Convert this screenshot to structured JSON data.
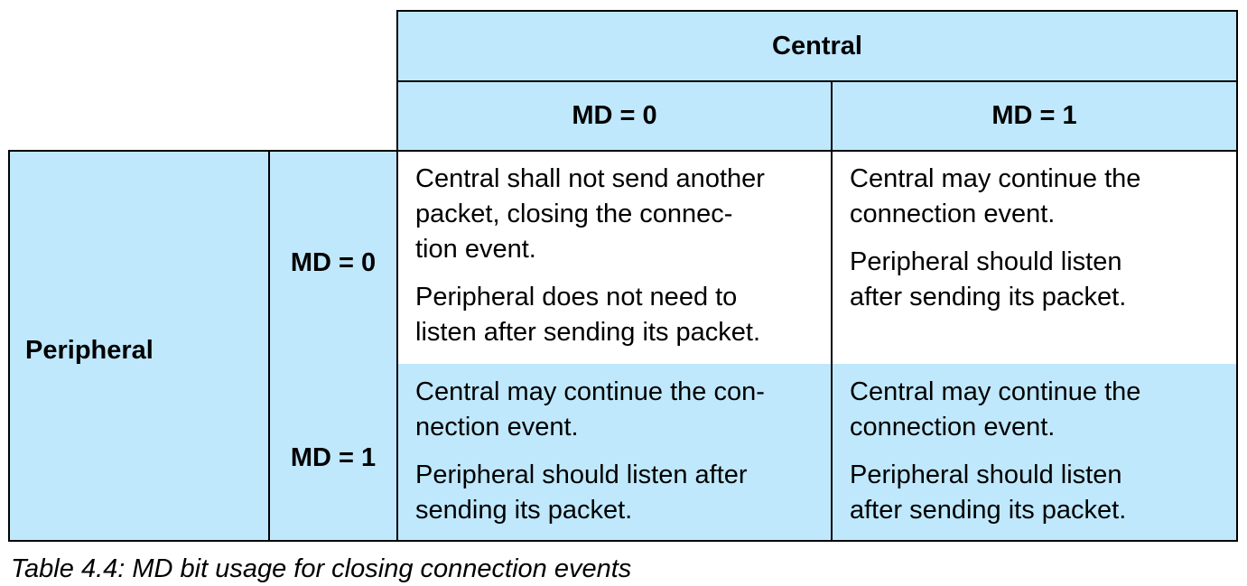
{
  "table": {
    "column_group_header": "Central",
    "column_headers": [
      "MD = 0",
      "MD = 1"
    ],
    "row_group_header": "Peripheral",
    "row_headers": [
      "MD = 0",
      "MD = 1"
    ],
    "cells": [
      [
        [
          "Central shall not send another",
          "packet, closing the connec-",
          "tion event.",
          "Peripheral does not need to",
          "listen after sending its packet."
        ],
        [
          "Central may continue the",
          "connection event.",
          "Peripheral should listen",
          "after sending its packet."
        ]
      ],
      [
        [
          "Central may continue the con-",
          "nection event.",
          "Peripheral should listen after",
          "sending its packet."
        ],
        [
          "Central may continue the",
          "connection event.",
          "Peripheral should listen",
          "after sending its packet."
        ]
      ]
    ]
  },
  "caption": "Table 4.4:  MD bit usage for closing connection events",
  "colors": {
    "header_fill": "#bfe8fc",
    "border": "#000000"
  }
}
